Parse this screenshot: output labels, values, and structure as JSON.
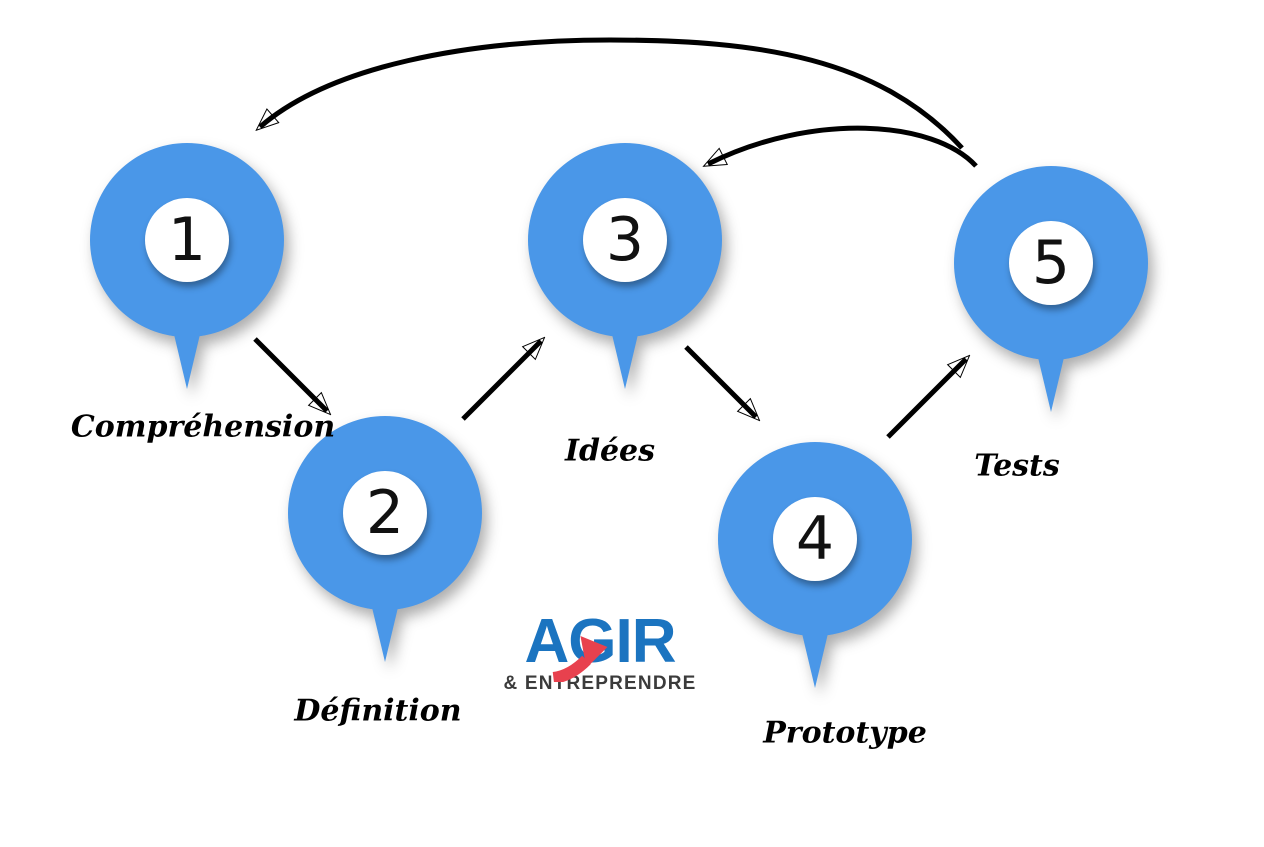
{
  "steps": [
    {
      "number": "1",
      "label": "Compréhension"
    },
    {
      "number": "2",
      "label": "Définition"
    },
    {
      "number": "3",
      "label": "Idées"
    },
    {
      "number": "4",
      "label": "Prototype"
    },
    {
      "number": "5",
      "label": "Tests"
    }
  ],
  "logo": {
    "name": "AGIR",
    "subtitle": "& ENTREPRENDRE"
  },
  "colors": {
    "pin_blue": "#4a97e8",
    "arrow_black": "#000000",
    "logo_blue": "#1b74c0",
    "logo_red": "#e8414e",
    "logo_dark": "#3b3b3b",
    "number_color": "#111111",
    "label_color": "#000000"
  }
}
